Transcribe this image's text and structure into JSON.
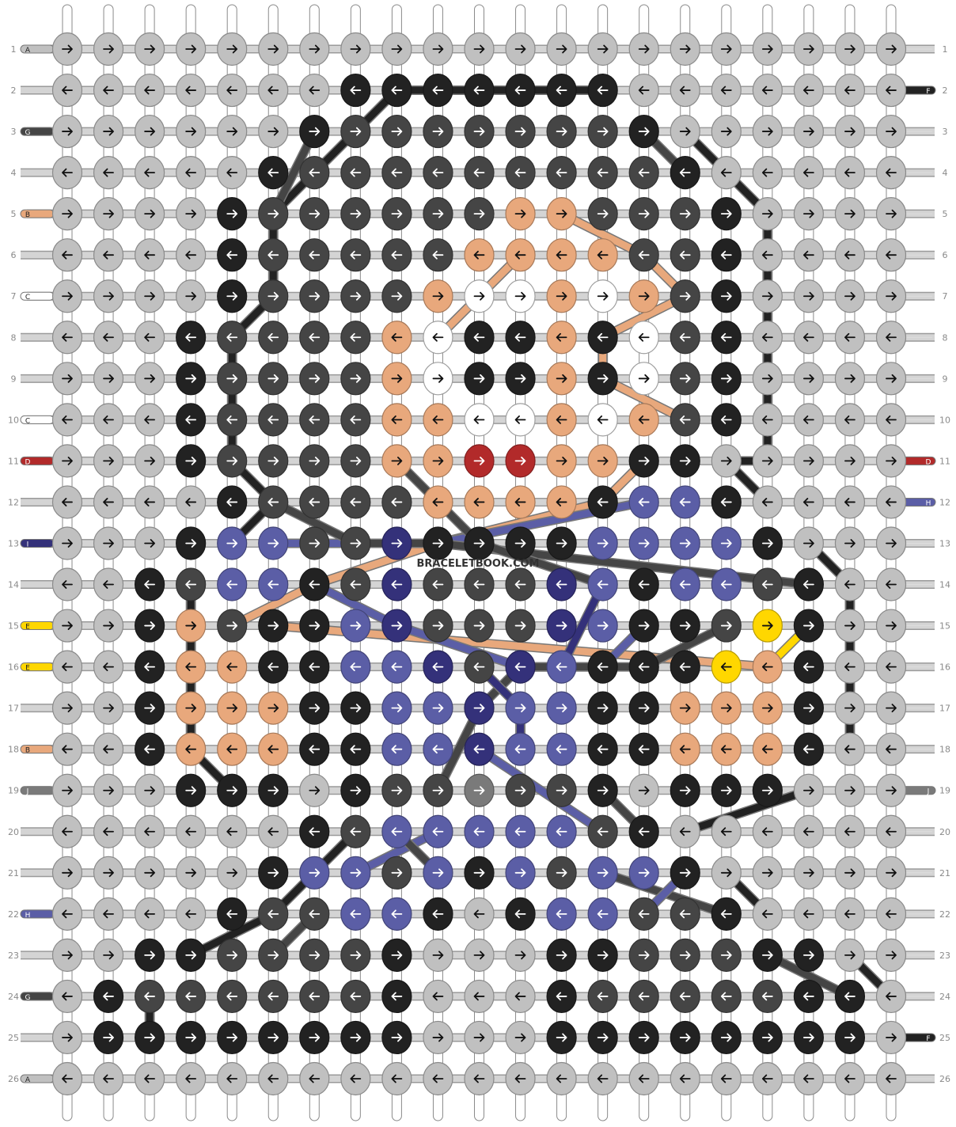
{
  "watermark": "BRACELETBOOK.COM",
  "columns": 21,
  "rows": 26,
  "colors": {
    "A": "#c0c0c0",
    "B": "#e8a87c",
    "C": "#ffffff",
    "D": "#b22a2a",
    "E": "#ffd700",
    "F": "#222222",
    "G": "#454545",
    "H": "#5b5ea6",
    "I": "#34317a",
    "J": "#7a7a7a"
  },
  "left_labels": [
    "A",
    "",
    "G",
    "",
    "B",
    "",
    "C",
    "",
    "",
    "C",
    "D",
    "",
    "I",
    "",
    "E",
    "E",
    "",
    "B",
    "J",
    "",
    "",
    "H",
    "",
    "G",
    "",
    "A"
  ],
  "right_labels": [
    "",
    "F",
    "",
    "",
    "",
    "",
    "",
    "",
    "",
    "",
    "D",
    "H",
    "",
    "",
    "",
    "",
    "",
    "",
    "J",
    "",
    "",
    "",
    "",
    "",
    "F",
    ""
  ],
  "row_numbers": [
    "1",
    "2",
    "3",
    "4",
    "5",
    "6",
    "7",
    "8",
    "9",
    "10",
    "11",
    "12",
    "13",
    "14",
    "15",
    "16",
    "17",
    "18",
    "19",
    "20",
    "21",
    "22",
    "23",
    "24",
    "25",
    "26"
  ],
  "grid": [
    "AAAAAAAAAAAAAAAAAAAAA",
    "AAAAAAAFFFFFFFAAAAAAA",
    "AAAAAAFGGGGGGGFAAAAAA",
    "AAAAAFGGGGGGGGGFAAAAA",
    "AAAAFGGGGGGBBGGGFAAAA",
    "AAAAFGGGGGBBBBGGFAAAA",
    "AAAAFGGGGBCCBCBGFAAAA",
    "AAAFGGGGBCFFBFCGFAAAA",
    "AAAFGGGGBCFFBFCGFAAAA",
    "AAAFGGGGBBCCBCBGFAAAA",
    "AAAFGGGGBBDDBBFFAAAAA",
    "AAAAFGGGGBBBBFHHFAAAA",
    "AAAFHHGGIFFFFHHHHFAAA",
    "AAFGHHFGIGGGIHFHHGFAA",
    "AAFBGFFHIGGGIHFFGEFAA",
    "AAFBBFFHHIGIHFFFEBFAA",
    "AAFBBBFFHHIHHFFBBBFAA",
    "AAFBBBFFHHIHHFFBBBFAA",
    "AAAFFFAFGGJGGFAFFFAAA",
    "AAAAAAFGHHHHHGFAAAAAA",
    "AAAAAFHHGHFHGHHFAAAAA",
    "AAAAFGGHHFAFHHGGFAAAA",
    "AAFFGGGGFAAAFFGGGFFAA",
    "AFGGGGGGFAAAFGGGGGFFA",
    "AFFFFFFFFAAAFFFFFFFFA",
    "AAAAAAAAAAAAAAAAAAAAA"
  ],
  "threads": [
    {
      "color": "F",
      "points": [
        [
          13,
          2
        ],
        [
          8,
          2
        ],
        [
          7,
          3
        ],
        [
          6,
          4
        ],
        [
          5,
          5
        ],
        [
          5,
          7
        ],
        [
          4,
          8
        ],
        [
          4,
          11
        ],
        [
          5,
          12
        ],
        [
          4,
          13
        ]
      ]
    },
    {
      "color": "G",
      "points": [
        [
          6,
          3
        ],
        [
          5,
          5
        ]
      ]
    },
    {
      "color": "F",
      "points": [
        [
          15,
          3
        ],
        [
          16,
          4
        ],
        [
          17,
          5
        ],
        [
          17,
          11
        ],
        [
          16,
          11
        ],
        [
          17,
          12
        ]
      ]
    },
    {
      "color": "G",
      "points": [
        [
          14,
          3
        ],
        [
          15,
          4
        ]
      ]
    },
    {
      "color": "B",
      "points": [
        [
          12,
          5
        ],
        [
          14,
          6
        ],
        [
          15,
          7
        ],
        [
          13,
          8
        ],
        [
          13,
          9
        ],
        [
          15,
          10
        ]
      ]
    },
    {
      "color": "B",
      "points": [
        [
          11,
          6
        ],
        [
          10,
          7
        ],
        [
          9,
          8
        ]
      ]
    },
    {
      "color": "B",
      "points": [
        [
          14,
          11
        ],
        [
          13,
          12
        ],
        [
          9,
          13
        ],
        [
          6,
          14
        ],
        [
          4,
          15
        ]
      ]
    },
    {
      "color": "H",
      "points": [
        [
          14,
          12
        ],
        [
          9,
          13
        ],
        [
          5,
          13
        ]
      ]
    },
    {
      "color": "G",
      "points": [
        [
          5,
          12
        ],
        [
          7,
          13
        ],
        [
          9,
          13
        ],
        [
          18,
          14
        ]
      ]
    },
    {
      "color": "G",
      "points": [
        [
          8,
          11
        ],
        [
          9,
          12
        ],
        [
          10,
          13
        ],
        [
          13,
          14
        ]
      ]
    },
    {
      "color": "B",
      "points": [
        [
          5,
          15
        ],
        [
          17,
          16
        ]
      ]
    },
    {
      "color": "H",
      "points": [
        [
          6,
          14
        ],
        [
          8,
          15
        ],
        [
          11,
          16
        ],
        [
          13,
          16
        ],
        [
          14,
          15
        ]
      ]
    },
    {
      "color": "I",
      "points": [
        [
          13,
          14
        ],
        [
          12,
          16
        ],
        [
          11,
          16
        ]
      ]
    },
    {
      "color": "G",
      "points": [
        [
          16,
          15
        ],
        [
          14,
          16
        ],
        [
          11,
          16
        ]
      ]
    },
    {
      "color": "E",
      "points": [
        [
          18,
          15
        ],
        [
          17,
          16
        ]
      ]
    },
    {
      "color": "F",
      "points": [
        [
          18,
          13
        ],
        [
          19,
          14
        ],
        [
          19,
          18
        ]
      ]
    },
    {
      "color": "F",
      "points": [
        [
          3,
          14
        ],
        [
          3,
          18
        ],
        [
          4,
          19
        ]
      ]
    },
    {
      "color": "G",
      "points": [
        [
          11,
          16
        ],
        [
          10,
          17
        ],
        [
          9,
          19
        ]
      ]
    },
    {
      "color": "I",
      "points": [
        [
          10,
          16
        ],
        [
          11,
          17
        ],
        [
          11,
          18
        ]
      ]
    },
    {
      "color": "H",
      "points": [
        [
          10,
          18
        ],
        [
          13,
          20
        ]
      ]
    },
    {
      "color": "F",
      "points": [
        [
          18,
          19
        ],
        [
          15,
          20
        ]
      ]
    },
    {
      "color": "G",
      "points": [
        [
          13,
          19
        ],
        [
          14,
          20
        ]
      ]
    },
    {
      "color": "H",
      "points": [
        [
          9,
          20
        ],
        [
          7,
          21
        ]
      ]
    },
    {
      "color": "F",
      "points": [
        [
          7,
          20
        ],
        [
          6,
          21
        ],
        [
          5,
          22
        ],
        [
          3,
          23
        ]
      ]
    },
    {
      "color": "G",
      "points": [
        [
          8,
          20
        ],
        [
          9,
          21
        ]
      ]
    },
    {
      "color": "G",
      "points": [
        [
          13,
          21
        ],
        [
          16,
          22
        ]
      ]
    },
    {
      "color": "H",
      "points": [
        [
          15,
          21
        ],
        [
          14,
          22
        ]
      ]
    },
    {
      "color": "F",
      "points": [
        [
          16,
          21
        ],
        [
          17,
          22
        ]
      ]
    },
    {
      "color": "G",
      "points": [
        [
          6,
          22
        ],
        [
          5,
          23
        ]
      ]
    },
    {
      "color": "G",
      "points": [
        [
          17,
          23
        ],
        [
          19,
          24
        ]
      ]
    },
    {
      "color": "F",
      "points": [
        [
          19,
          23
        ],
        [
          20,
          24
        ]
      ]
    },
    {
      "color": "F",
      "points": [
        [
          2,
          24
        ],
        [
          2,
          25
        ]
      ]
    }
  ]
}
